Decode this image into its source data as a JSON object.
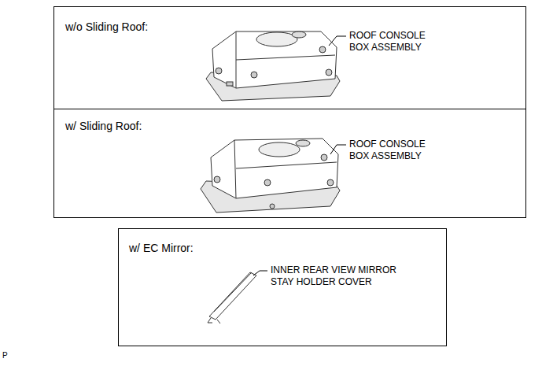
{
  "diagram": {
    "nodes": [
      {
        "text": [
          "w/o Sliding Roof:"
        ]
      },
      {
        "text": [
          "w/ Sliding Roof:"
        ]
      },
      {
        "text": [
          "w/ EC Mirror:"
        ]
      }
    ],
    "labels": [
      "ROOF CONSOLE BOX ASSEMBLY",
      "ROOF CONSOLE BOX ASSEMBLY",
      "INNER REAR VIEW MIRROR STAY HOLDER COVER",
      "P"
    ]
  }
}
